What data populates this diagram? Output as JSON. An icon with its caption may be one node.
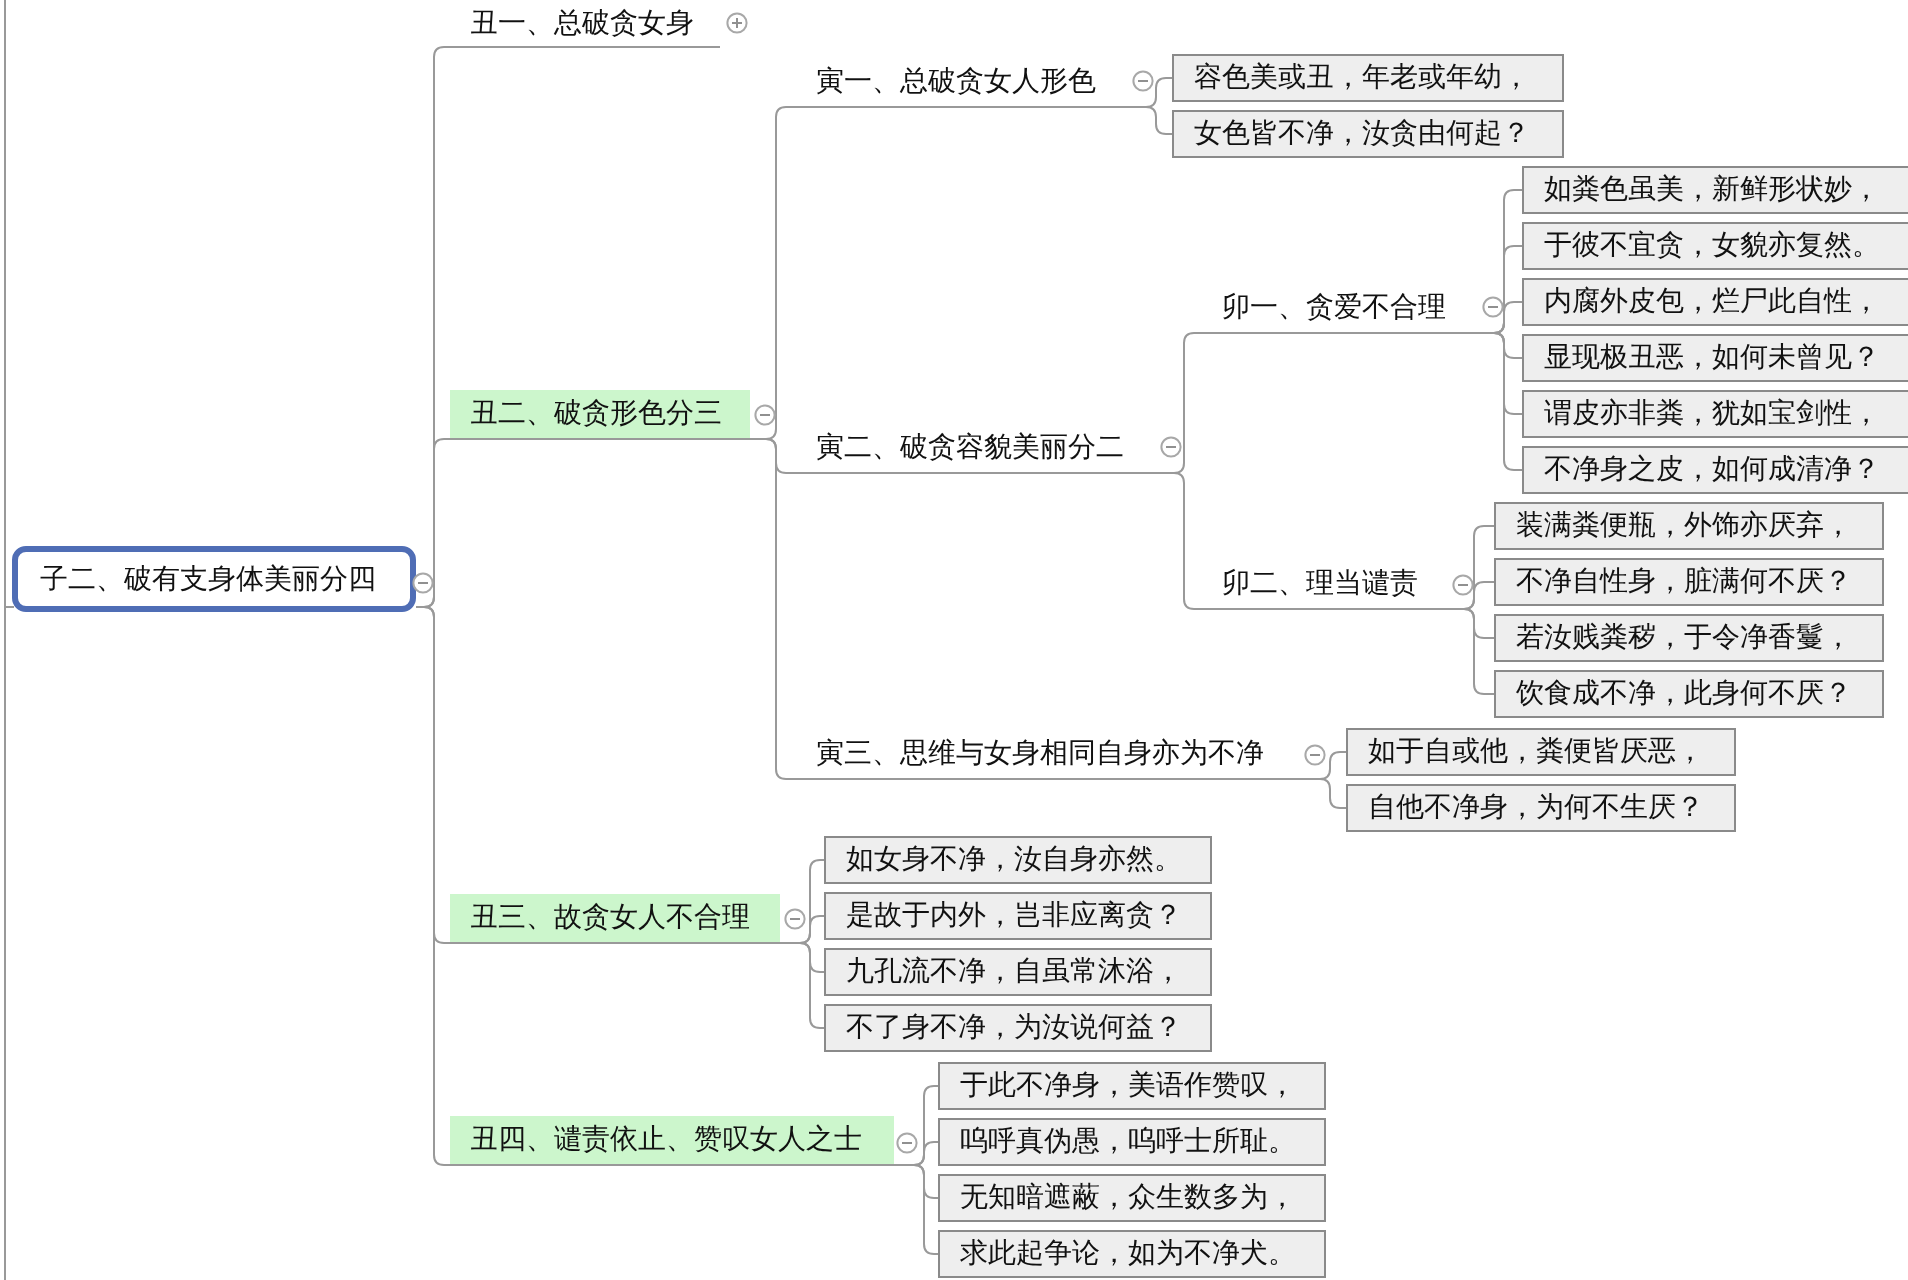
{
  "diagram": {
    "nodes": [
      {
        "text": [
          "子二、破有支身体美丽分四"
        ]
      },
      {
        "text": [
          "丑一、总破贪女身"
        ]
      },
      {
        "text": [
          "丑二、破贪形色分三"
        ]
      },
      {
        "text": [
          "寅一、总破贪女人形色"
        ]
      },
      {
        "text": [
          "容色美或丑，年老或年幼，"
        ]
      },
      {
        "text": [
          "女色皆不净，汝贪由何起？"
        ]
      },
      {
        "text": [
          "寅二、破贪容貌美丽分二"
        ]
      },
      {
        "text": [
          "卯一、贪爱不合理"
        ]
      },
      {
        "text": [
          "如粪色虽美，新鲜形状妙，"
        ]
      },
      {
        "text": [
          "于彼不宜贪，女貌亦复然。"
        ]
      },
      {
        "text": [
          "内腐外皮包，烂尸此自性，"
        ]
      },
      {
        "text": [
          "显现极丑恶，如何未曾见？"
        ]
      },
      {
        "text": [
          "谓皮亦非粪，犹如宝剑性，"
        ]
      },
      {
        "text": [
          "不净身之皮，如何成清净？"
        ]
      },
      {
        "text": [
          "卯二、理当谴责"
        ]
      },
      {
        "text": [
          "装满粪便瓶，外饰亦厌弃，"
        ]
      },
      {
        "text": [
          "不净自性身，脏满何不厌？"
        ]
      },
      {
        "text": [
          "若汝贱粪秽，于令净香鬘，"
        ]
      },
      {
        "text": [
          "饮食成不净，此身何不厌？"
        ]
      },
      {
        "text": [
          "寅三、思维与女身相同自身亦为不净"
        ]
      },
      {
        "text": [
          "如于自或他，粪便皆厌恶，"
        ]
      },
      {
        "text": [
          "自他不净身，为何不生厌？"
        ]
      },
      {
        "text": [
          "丑三、故贪女人不合理"
        ]
      },
      {
        "text": [
          "如女身不净，汝自身亦然。"
        ]
      },
      {
        "text": [
          "是故于内外，岂非应离贪？"
        ]
      },
      {
        "text": [
          "九孔流不净，自虽常沐浴，"
        ]
      },
      {
        "text": [
          "不了身不净，为汝说何益？"
        ]
      },
      {
        "text": [
          "丑四、谴责依止、赞叹女人之士"
        ]
      },
      {
        "text": [
          "于此不净身，美语作赞叹，"
        ]
      },
      {
        "text": [
          "呜呼真伪愚，呜呼士所耻。"
        ]
      },
      {
        "text": [
          "无知暗遮蔽，众生数多为，"
        ]
      },
      {
        "text": [
          "求此起争论，如为不净犬。"
        ]
      }
    ],
    "edges": [
      {
        "from": null,
        "to": 0,
        "arrow": "none"
      },
      {
        "from": 0,
        "to": 1,
        "arrow": "none"
      },
      {
        "from": 0,
        "to": 2,
        "arrow": "none"
      },
      {
        "from": 0,
        "to": 22,
        "arrow": "none"
      },
      {
        "from": 0,
        "to": 27,
        "arrow": "none"
      },
      {
        "from": 2,
        "to": 3,
        "arrow": "none"
      },
      {
        "from": 2,
        "to": 6,
        "arrow": "none"
      },
      {
        "from": 2,
        "to": 19,
        "arrow": "none"
      },
      {
        "from": 3,
        "to": 4,
        "arrow": "none"
      },
      {
        "from": 3,
        "to": 5,
        "arrow": "none"
      },
      {
        "from": 6,
        "to": 7,
        "arrow": "none"
      },
      {
        "from": 6,
        "to": 14,
        "arrow": "none"
      },
      {
        "from": 7,
        "to": 8,
        "arrow": "none"
      },
      {
        "from": 7,
        "to": 9,
        "arrow": "none"
      },
      {
        "from": 7,
        "to": 10,
        "arrow": "none"
      },
      {
        "from": 7,
        "to": 11,
        "arrow": "none"
      },
      {
        "from": 7,
        "to": 12,
        "arrow": "none"
      },
      {
        "from": 7,
        "to": 13,
        "arrow": "none"
      },
      {
        "from": 14,
        "to": 15,
        "arrow": "none"
      },
      {
        "from": 14,
        "to": 16,
        "arrow": "none"
      },
      {
        "from": 14,
        "to": 17,
        "arrow": "none"
      },
      {
        "from": 14,
        "to": 18,
        "arrow": "none"
      },
      {
        "from": 19,
        "to": 20,
        "arrow": "none"
      },
      {
        "from": 19,
        "to": 21,
        "arrow": "none"
      },
      {
        "from": 22,
        "to": 23,
        "arrow": "none"
      },
      {
        "from": 22,
        "to": 24,
        "arrow": "none"
      },
      {
        "from": 22,
        "to": 25,
        "arrow": "none"
      },
      {
        "from": 22,
        "to": 26,
        "arrow": "none"
      },
      {
        "from": 27,
        "to": 28,
        "arrow": "none"
      },
      {
        "from": 27,
        "to": 29,
        "arrow": "none"
      },
      {
        "from": 27,
        "to": 30,
        "arrow": "none"
      },
      {
        "from": 27,
        "to": 31,
        "arrow": "none"
      }
    ]
  }
}
